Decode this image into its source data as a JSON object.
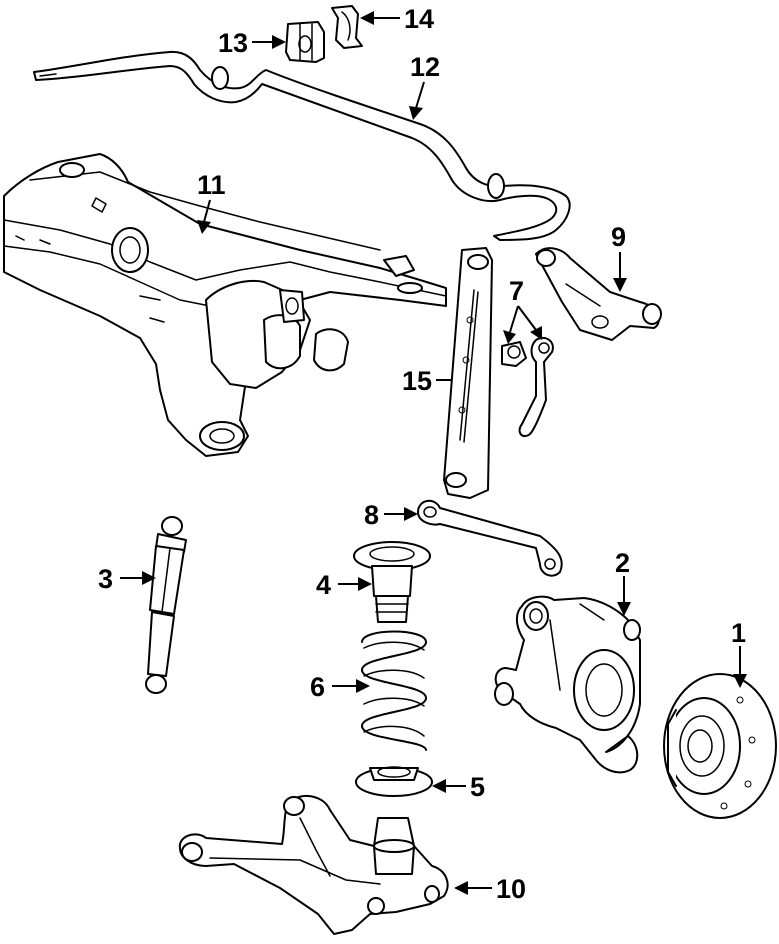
{
  "diagram": {
    "background": "#ffffff",
    "line_color": "#000000",
    "callouts": [
      {
        "id": "1",
        "label": "1"
      },
      {
        "id": "2",
        "label": "2"
      },
      {
        "id": "3",
        "label": "3"
      },
      {
        "id": "4",
        "label": "4"
      },
      {
        "id": "5",
        "label": "5"
      },
      {
        "id": "6",
        "label": "6"
      },
      {
        "id": "7",
        "label": "7"
      },
      {
        "id": "8",
        "label": "8"
      },
      {
        "id": "9",
        "label": "9"
      },
      {
        "id": "10",
        "label": "10"
      },
      {
        "id": "11",
        "label": "11"
      },
      {
        "id": "12",
        "label": "12"
      },
      {
        "id": "13",
        "label": "13"
      },
      {
        "id": "14",
        "label": "14"
      },
      {
        "id": "15",
        "label": "15"
      }
    ]
  }
}
